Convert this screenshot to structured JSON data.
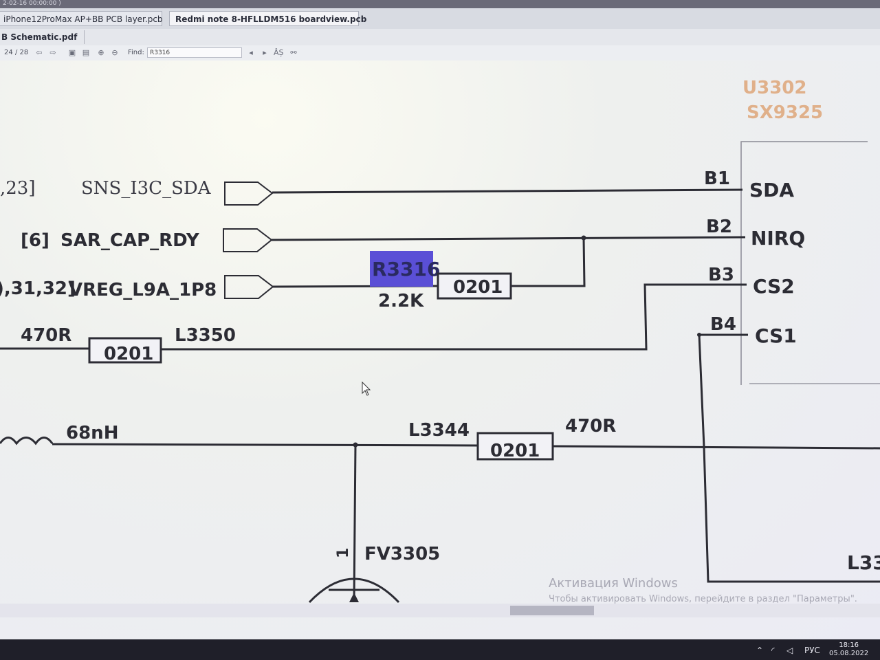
{
  "top_strip": {
    "text": "2-02-16 00:00:00 )"
  },
  "tabs": [
    {
      "label": "iPhone12ProMax AP+BB PCB layer.pcb"
    },
    {
      "label": "Redmi note 8-HFLLDM516 boardview.pcb"
    }
  ],
  "document_tab": {
    "label": "B Schematic.pdf"
  },
  "toolbar": {
    "page": "24",
    "page_total": "/ 28",
    "find_label": "Find:",
    "find_value": "R3316"
  },
  "schematic": {
    "chip": {
      "ref": "U3302",
      "part": "SX9325"
    },
    "pins": [
      {
        "ball": "B1",
        "name": "SDA"
      },
      {
        "ball": "B2",
        "name": "NIRQ"
      },
      {
        "ball": "B3",
        "name": "CS2"
      },
      {
        "ball": "B4",
        "name": "CS1"
      }
    ],
    "nets": [
      {
        "prefix": ",23]",
        "name": "SNS_I3C_SDA"
      },
      {
        "prefix": "[6]",
        "name": "SAR_CAP_RDY"
      },
      {
        "prefix": "),31,32]",
        "name": "VREG_L9A_1P8"
      }
    ],
    "r3316": {
      "ref": "R3316",
      "value": "2.2K",
      "package": "0201"
    },
    "l3350": {
      "value": "470R",
      "ref": "L3350",
      "package": "0201"
    },
    "inductor": {
      "value": "68nH"
    },
    "l3344": {
      "ref": "L3344",
      "value": "470R",
      "package": "0201"
    },
    "fv3305": {
      "ref": "FV3305",
      "pin": "1"
    },
    "edge_label": "L33"
  },
  "watermark": {
    "title": "Активация Windows",
    "subtitle": "Чтобы активировать Windows, перейдите в раздел \"Параметры\"."
  },
  "taskbar": {
    "lang": "РУС",
    "time": "18:16",
    "date": "05.08.2022"
  },
  "colors": {
    "highlight": "#5a4fd6",
    "wire": "#2c2c34",
    "chip_ref": "#e0b08a"
  }
}
